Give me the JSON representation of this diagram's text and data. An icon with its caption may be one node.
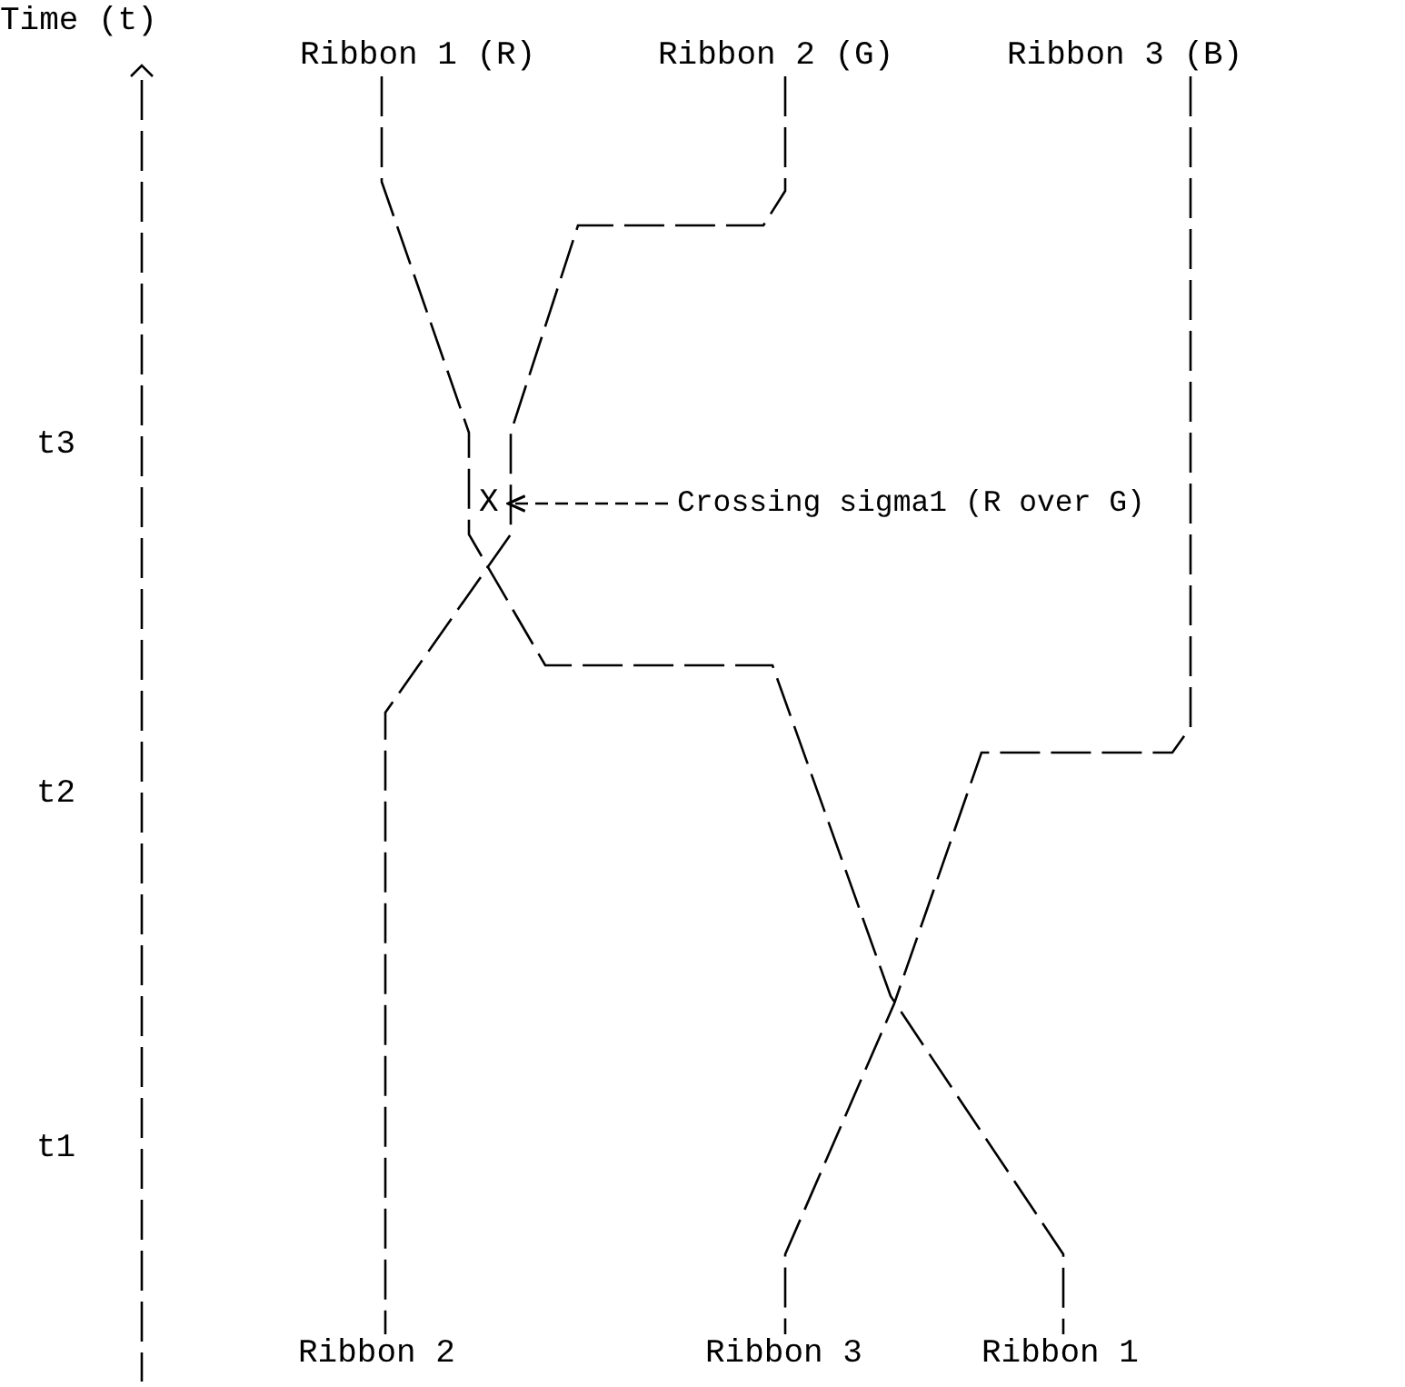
{
  "diagram": {
    "nodes": [
      {
        "text": [
          "Ribbon 1 (R)"
        ]
      },
      {
        "text": [
          "Ribbon 2 (G)"
        ]
      },
      {
        "text": [
          "Ribbon 3 (B)"
        ]
      },
      {
        "text": [
          "X"
        ]
      },
      {
        "text": [
          "Crossing sigma1 (R over G)"
        ]
      },
      {
        "text": [
          "Ribbon 2"
        ]
      },
      {
        "text": [
          "Ribbon 3"
        ]
      },
      {
        "text": [
          "Ribbon 1"
        ]
      }
    ],
    "edges": [
      {
        "from": 0,
        "to": 7,
        "arrow": "none"
      },
      {
        "from": 1,
        "to": 5,
        "arrow": "none"
      },
      {
        "from": 2,
        "to": 6,
        "arrow": "none"
      },
      {
        "from": 4,
        "to": 3,
        "arrow": "to"
      }
    ],
    "labels": [
      "Time (t)",
      "t3",
      "t2",
      "t1"
    ]
  }
}
